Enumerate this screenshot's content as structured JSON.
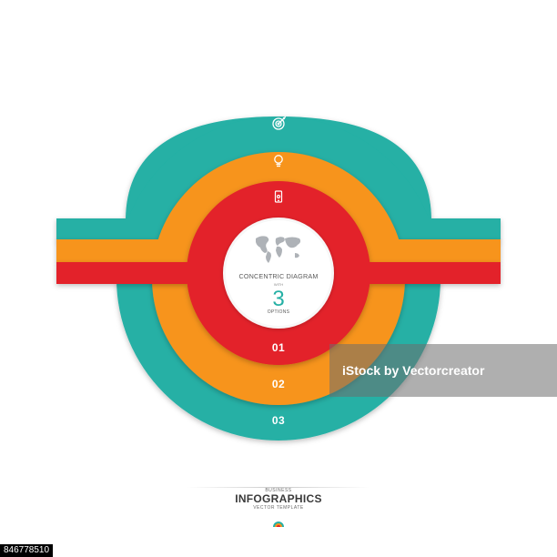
{
  "colors": {
    "teal": "#25b0a5",
    "orange": "#f7941d",
    "red": "#e3222a",
    "white": "#ffffff"
  },
  "diagram": {
    "center": {
      "title": "CONCENTRIC DIAGRAM",
      "with": "WITH",
      "count": "3",
      "options": "OPTIONS"
    },
    "rings": [
      {
        "number": "01",
        "color": "red",
        "icon": "smartphone-icon"
      },
      {
        "number": "02",
        "color": "orange",
        "icon": "lightbulb-icon"
      },
      {
        "number": "03",
        "color": "teal",
        "icon": "target-icon"
      }
    ],
    "center_icon": "world-map-icon"
  },
  "watermark": {
    "text": "iStock by Vectorcreator",
    "prefix": "iStock",
    "by": "by Vectorcreator"
  },
  "footer": {
    "business": "BUSINESS",
    "title": "INFOGRAPHICS",
    "subtitle": "VECTOR TEMPLATE"
  },
  "image_id": "846778510"
}
